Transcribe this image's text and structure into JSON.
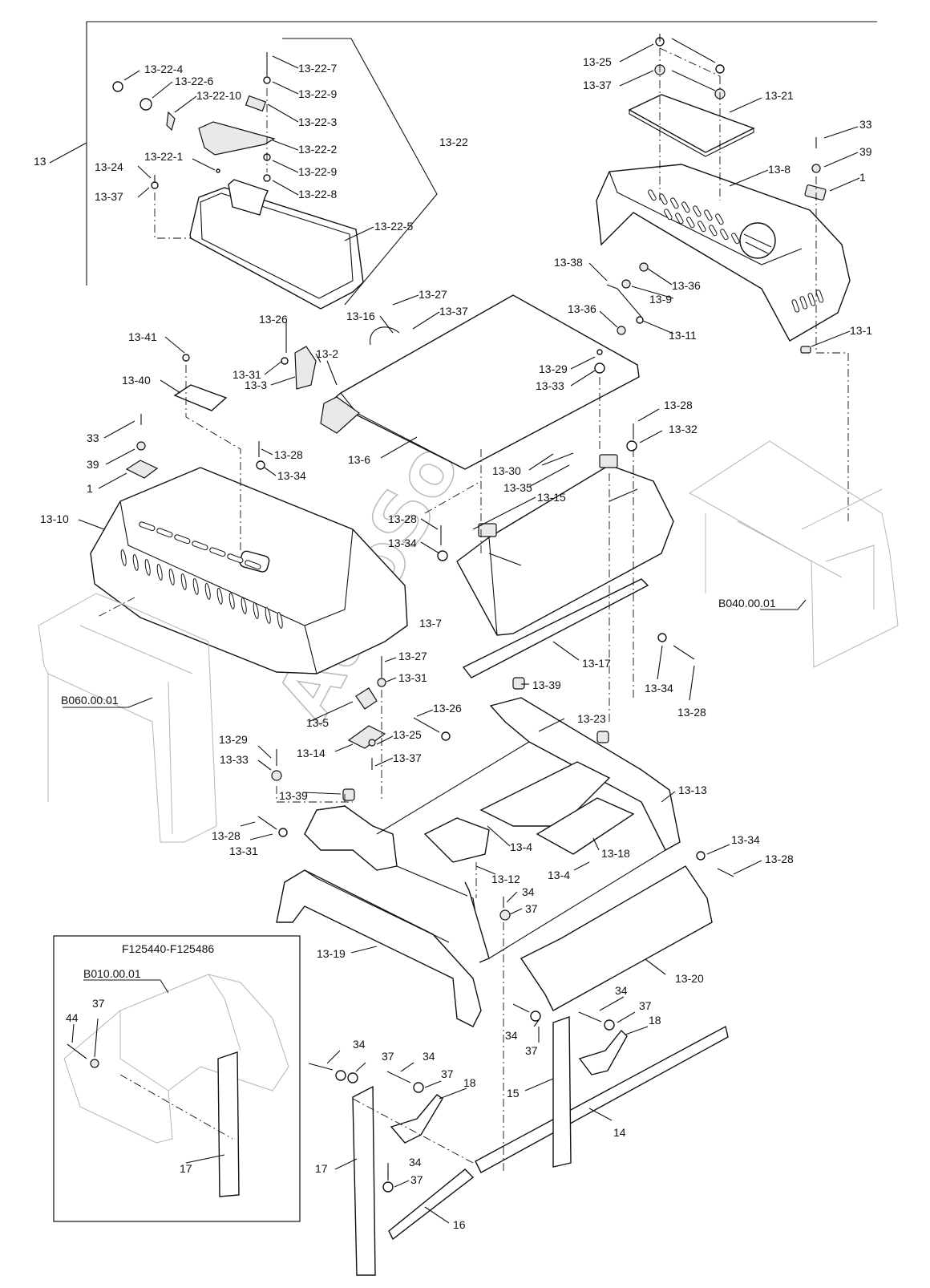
{
  "watermark": "AutoSoft",
  "frame_labels": {
    "b040": "B040.00.01",
    "b060": "B060.00.01",
    "b010": "B010.00.01",
    "inset_title": "F125440-F125486"
  },
  "labels": {
    "l13": "13",
    "l13_22": "13-22",
    "l13_22_1": "13-22-1",
    "l13_22_2": "13-22-2",
    "l13_22_3": "13-22-3",
    "l13_22_4": "13-22-4",
    "l13_22_5": "13-22-5",
    "l13_22_6": "13-22-6",
    "l13_22_7": "13-22-7",
    "l13_22_8": "13-22-8",
    "l13_22_9a": "13-22-9",
    "l13_22_9b": "13-22-9",
    "l13_22_10": "13-22-10",
    "l13_24": "13-24",
    "l13_37a": "13-37",
    "l13_25a": "13-25",
    "l13_37b": "13-37",
    "l13_21": "13-21",
    "l33a": "33",
    "l39a": "39",
    "l1a": "1",
    "l13_8": "13-8",
    "l13_38": "13-38",
    "l13_36a": "13-36",
    "l13_9": "13-9",
    "l13_36b": "13-36",
    "l13_11": "13-11",
    "l13_1": "13-1",
    "l13_27a": "13-27",
    "l13_16": "13-16",
    "l13_37c": "13-37",
    "l13_26a": "13-26",
    "l13_2": "13-2",
    "l13_31a": "13-31",
    "l13_3": "13-3",
    "l13_41": "13-41",
    "l13_40": "13-40",
    "l13_29a": "13-29",
    "l13_33a": "13-33",
    "l13_6": "13-6",
    "l13_28a": "13-28",
    "l13_32": "13-32",
    "l33b": "33",
    "l39b": "39",
    "l1b": "1",
    "l13_28b": "13-28",
    "l13_34a": "13-34",
    "l13_30": "13-30",
    "l13_35": "13-35",
    "l13_15": "13-15",
    "l13_10": "13-10",
    "l13_28c": "13-28",
    "l13_34b": "13-34",
    "l13_7": "13-7",
    "l13_17": "13-17",
    "l13_34c": "13-34",
    "l13_28d": "13-28",
    "l13_27b": "13-27",
    "l13_31b": "13-31",
    "l13_39a": "13-39",
    "l13_5": "13-5",
    "l13_26b": "13-26",
    "l13_23": "13-23",
    "l13_14": "13-14",
    "l13_25b": "13-25",
    "l13_37d": "13-37",
    "l13_29b": "13-29",
    "l13_33b": "13-33",
    "l13_39b": "13-39",
    "l13_13": "13-13",
    "l13_28e": "13-28",
    "l13_31c": "13-31",
    "l13_4a": "13-4",
    "l13_18": "13-18",
    "l13_34d": "13-34",
    "l13_28f": "13-28",
    "l13_4b": "13-4",
    "l13_12": "13-12",
    "l34a": "34",
    "l37a": "37",
    "l13_19": "13-19",
    "l13_20": "13-20",
    "l37b": "37",
    "l44": "44",
    "l34b": "34",
    "l37c": "37",
    "l18a": "18",
    "l34c": "34",
    "l37d": "37",
    "l34d": "34",
    "l37e": "37",
    "l34e": "34",
    "l37f": "37",
    "l18b": "18",
    "l15": "15",
    "l14": "14",
    "l17a": "17",
    "l17b": "17",
    "l34f": "34",
    "l37g": "37",
    "l16": "16"
  }
}
